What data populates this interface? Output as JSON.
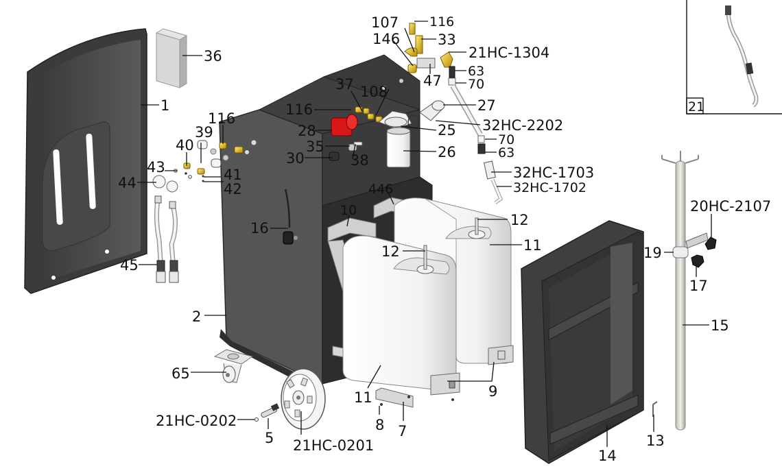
{
  "diagram": {
    "colors": {
      "panel_dark": "#4a4a4a",
      "panel_mid": "#5c5c5c",
      "panel_edge": "#2e2e2e",
      "brass": "#e0b400",
      "red_part": "#d81818",
      "tank": "#f4f4f4",
      "frame_grey": "#d0d0d0",
      "label": "#111111"
    },
    "parts": {
      "p1": "1",
      "p2": "2",
      "p5": "5",
      "p7": "7",
      "p8": "8",
      "p9": "9",
      "p10": "10",
      "p11a": "11",
      "p11b": "11",
      "p12a": "12",
      "p12b": "12",
      "p13": "13",
      "p14": "14",
      "p15": "15",
      "p16": "16",
      "p17": "17",
      "p19": "19",
      "p21": "21",
      "p25": "25",
      "p26": "26",
      "p27": "27",
      "p28": "28",
      "p30": "30",
      "p33": "33",
      "p35": "35",
      "p36": "36",
      "p37": "37",
      "p38": "38",
      "p39": "39",
      "p40": "40",
      "p41": "41",
      "p42": "42",
      "p43": "43",
      "p44": "44",
      "p45": "45",
      "p47": "47",
      "p63a": "63",
      "p63b": "63",
      "p65": "65",
      "p70a": "70",
      "p70b": "70",
      "p107": "107",
      "p108": "108",
      "p116a": "116",
      "p116b": "116",
      "p116c": "116",
      "p146": "146",
      "p446": "446",
      "p20HC2107": "20HC-2107",
      "p21HC0201": "21HC-0201",
      "p21HC0202": "21HC-0202",
      "p21HC1304": "21HC-1304",
      "p32HC1702": "32HC-1702",
      "p32HC1703": "32HC-1703",
      "p32HC2202": "32HC-2202"
    }
  }
}
